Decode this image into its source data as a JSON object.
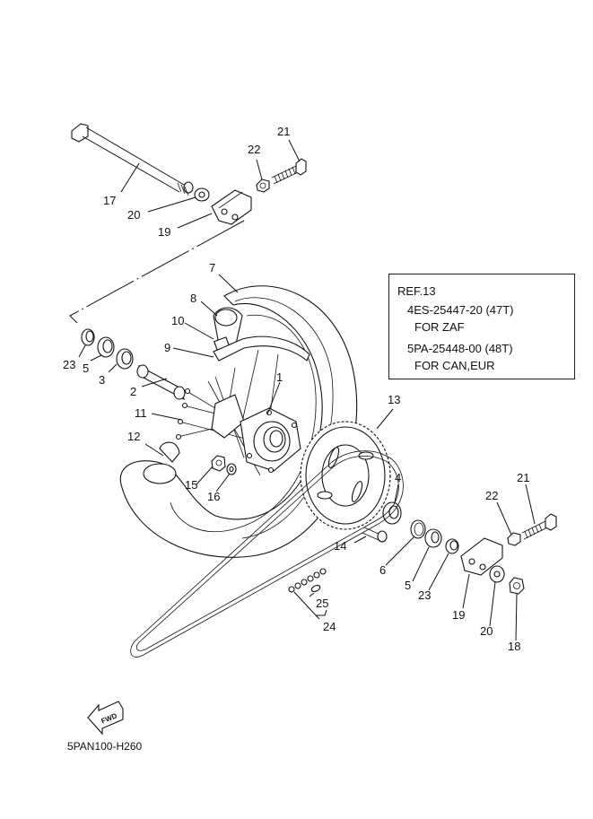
{
  "diagram": {
    "title_code": "5PAN100-H260",
    "fwd_label": "FWD",
    "reference_box": {
      "title": "REF.13",
      "entries": [
        {
          "part_number": "4ES-25447-20 (47T)",
          "applies_to": "FOR ZAF"
        },
        {
          "part_number": "5PA-25448-00 (48T)",
          "applies_to": "FOR CAN,EUR"
        }
      ]
    },
    "callouts": {
      "c1": "1",
      "c2": "2",
      "c3": "3",
      "c4": "4",
      "c5a": "5",
      "c5b": "5",
      "c6": "6",
      "c7": "7",
      "c8": "8",
      "c9": "9",
      "c10": "10",
      "c11": "11",
      "c12": "12",
      "c13": "13",
      "c14": "14",
      "c15": "15",
      "c16": "16",
      "c17": "17",
      "c18": "18",
      "c19a": "19",
      "c19b": "19",
      "c20a": "20",
      "c20b": "20",
      "c21a": "21",
      "c21b": "21",
      "c22a": "22",
      "c22b": "22",
      "c23a": "23",
      "c23b": "23",
      "c24": "24",
      "c25": "25"
    }
  }
}
